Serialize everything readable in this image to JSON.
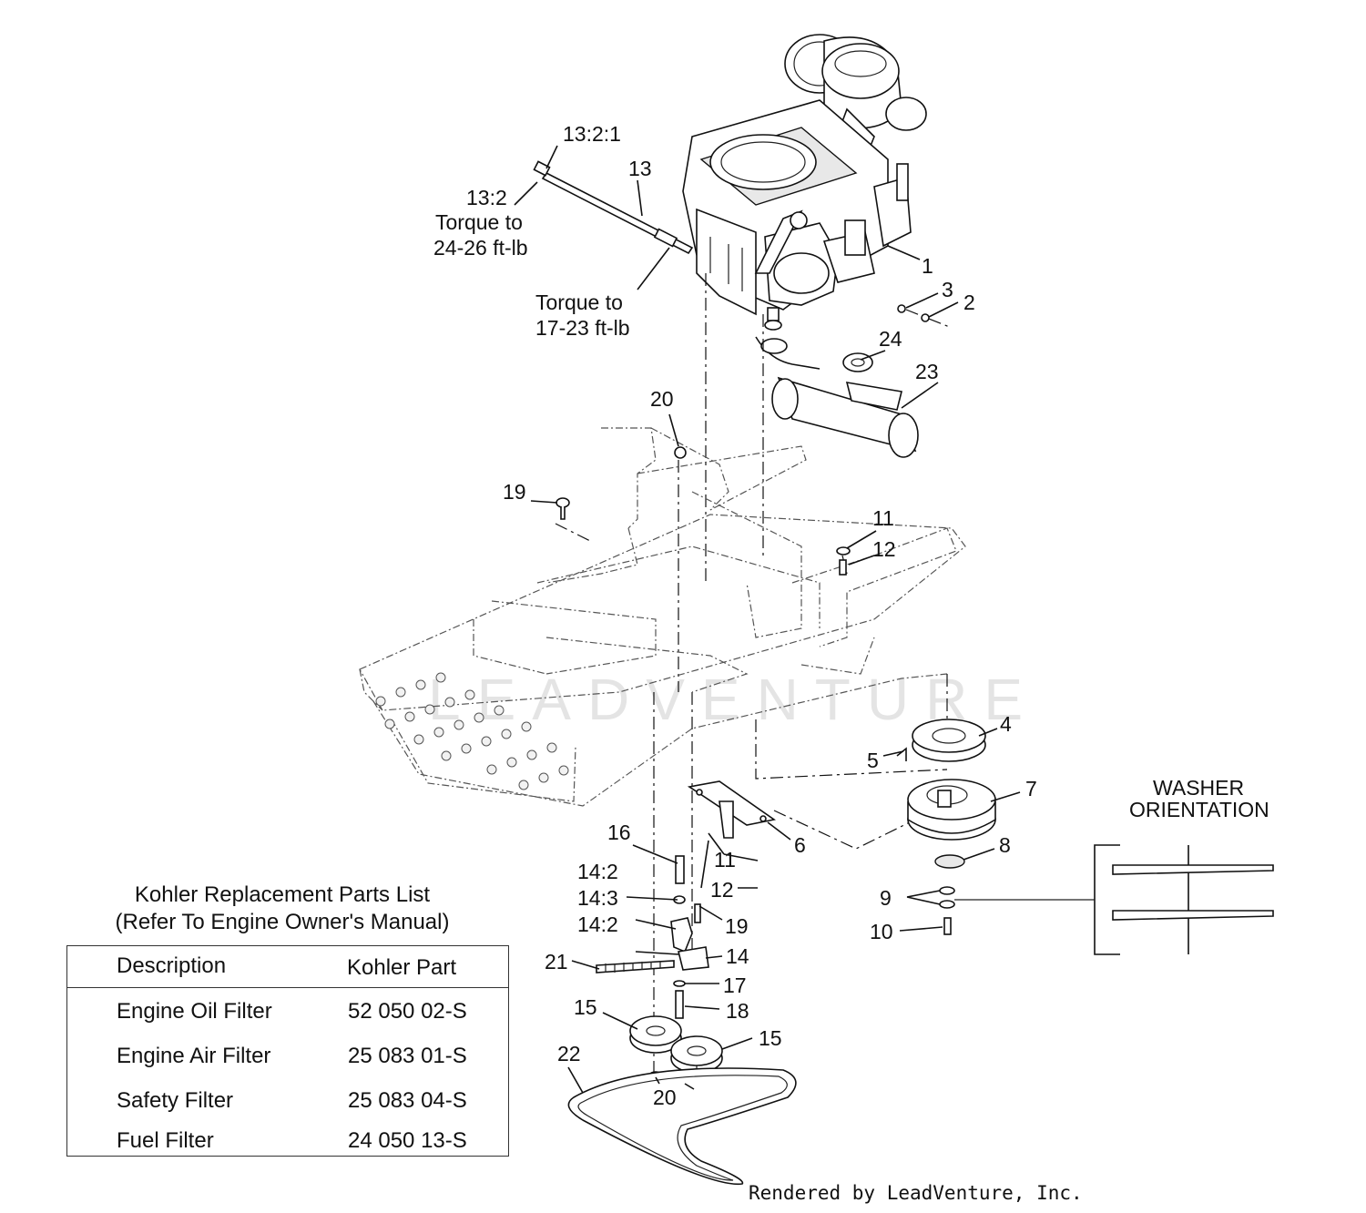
{
  "callouts": {
    "c1": "1",
    "c2": "2",
    "c3": "3",
    "c4": "4",
    "c5": "5",
    "c6": "6",
    "c7": "7",
    "c8": "8",
    "c9": "9",
    "c10": "10",
    "c11a": "11",
    "c11b": "11",
    "c12a": "12",
    "c12b": "12",
    "c13": "13",
    "c13_2": "13:2",
    "c13_2_1": "13:2:1",
    "c14": "14",
    "c14_2a": "14:2",
    "c14_3": "14:3",
    "c14_2b": "14:2",
    "c15a": "15",
    "c15b": "15",
    "c16": "16",
    "c17": "17",
    "c18": "18",
    "c19a": "19",
    "c19b": "19",
    "c20a": "20",
    "c20b": "20",
    "c21": "21",
    "c22": "22",
    "c23": "23",
    "c24": "24"
  },
  "notes": {
    "torque1_line1": "Torque to",
    "torque1_line2": "24-26 ft-lb",
    "torque2_line1": "Torque to",
    "torque2_line2": "17-23 ft-lb",
    "washer_line1": "WASHER",
    "washer_line2": "ORIENTATION"
  },
  "watermark": "LEADVENTURE",
  "parts_list": {
    "title_line1": "Kohler Replacement Parts List",
    "title_line2": "(Refer To Engine Owner's Manual)",
    "col_description": "Description",
    "col_part": "Kohler Part",
    "rows": [
      {
        "description": "Engine Oil Filter",
        "part": "52 050 02-S"
      },
      {
        "description": "Engine Air Filter",
        "part": "25 083 01-S"
      },
      {
        "description": "Safety Filter",
        "part": "25 083 04-S"
      },
      {
        "description": "Fuel Filter",
        "part": "24 050 13-S"
      }
    ]
  },
  "footer": "Rendered by LeadVenture, Inc."
}
